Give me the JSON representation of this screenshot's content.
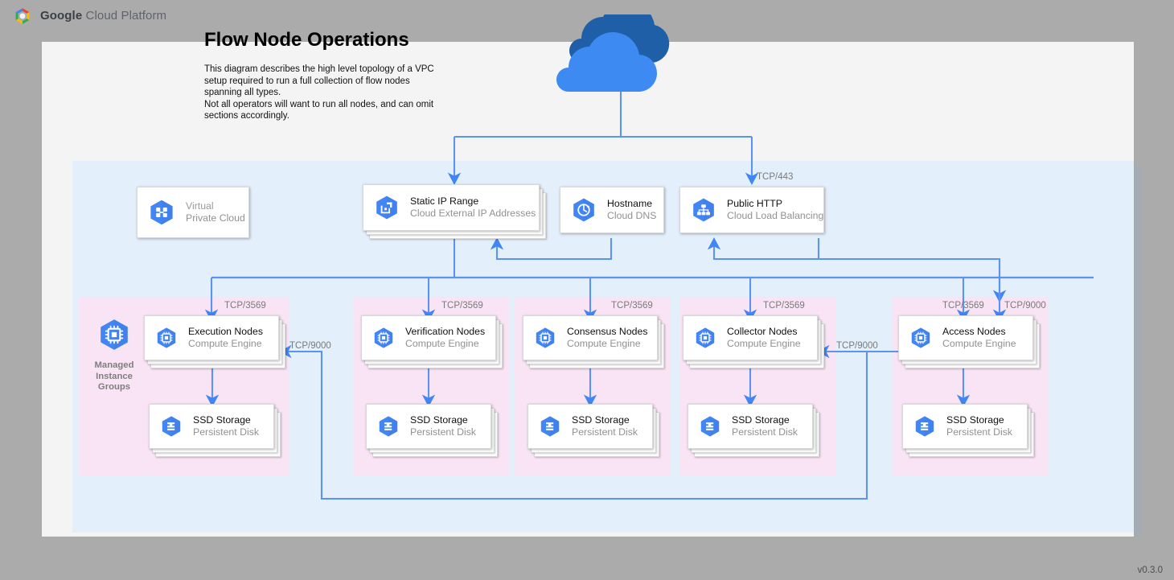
{
  "header": {
    "logo_icon": "google-cloud-hexagon-icon",
    "brand_bold": "Google",
    "brand_rest": " Cloud Platform"
  },
  "diagram": {
    "title": "Flow Node Operations",
    "description_lines": [
      "This diagram describes the high level topology of a VPC setup required to run a full collection of flow nodes spanning all types.",
      "Not all operators will want to run all nodes, and can omit sections accordingly."
    ],
    "version": "v0.3.0",
    "cloud_icon": "internet-cloud-icon"
  },
  "colors": {
    "canvas": "#f4f4f4",
    "page_background": "#ababab",
    "vpc_fill": "#e3effb",
    "group_fill": "#f9e4f5",
    "accent_blue": "#4285f4",
    "wire_blue": "#5b93f0",
    "cloud_front": "#3d8bf2",
    "cloud_back": "#1f5fa8",
    "card_white": "#ffffff",
    "subtitle_gray": "#919191",
    "port_label_gray": "#7a7a7a"
  },
  "vpc": {
    "label": "Virtual Private Cloud"
  },
  "top_nodes": [
    {
      "title": "Virtual",
      "subtitle": "Private Cloud",
      "icon": "virtual-private-cloud-icon",
      "stacked": false,
      "muted": true
    },
    {
      "title": "Static IP Range",
      "subtitle": "Cloud External IP Addresses",
      "icon": "external-ip-icon",
      "stacked": true,
      "muted": false
    },
    {
      "title": "Hostname",
      "subtitle": "Cloud DNS",
      "icon": "cloud-dns-icon",
      "stacked": false,
      "muted": false
    },
    {
      "title": "Public HTTP",
      "subtitle": "Cloud Load Balancing",
      "icon": "load-balancing-icon",
      "stacked": false,
      "muted": false
    }
  ],
  "managed_instance_groups": {
    "icon": "compute-engine-cpu-icon",
    "label_lines": [
      "Managed",
      "Instance",
      "Groups"
    ]
  },
  "node_groups": [
    {
      "name": "execution",
      "compute": {
        "title": "Execution Nodes",
        "subtitle": "Compute Engine",
        "icon": "compute-engine-cpu-icon"
      },
      "storage": {
        "title": "SSD Storage",
        "subtitle": "Persistent Disk",
        "icon": "persistent-disk-icon"
      },
      "inbound_port": "TCP/3569"
    },
    {
      "name": "verification",
      "compute": {
        "title": "Verification Nodes",
        "subtitle": "Compute Engine",
        "icon": "compute-engine-cpu-icon"
      },
      "storage": {
        "title": "SSD Storage",
        "subtitle": "Persistent Disk",
        "icon": "persistent-disk-icon"
      },
      "inbound_port": "TCP/3569"
    },
    {
      "name": "consensus",
      "compute": {
        "title": "Consensus Nodes",
        "subtitle": "Compute Engine",
        "icon": "compute-engine-cpu-icon"
      },
      "storage": {
        "title": "SSD Storage",
        "subtitle": "Persistent Disk",
        "icon": "persistent-disk-icon"
      },
      "inbound_port": "TCP/3569"
    },
    {
      "name": "collector",
      "compute": {
        "title": "Collector Nodes",
        "subtitle": "Compute Engine",
        "icon": "compute-engine-cpu-icon"
      },
      "storage": {
        "title": "SSD Storage",
        "subtitle": "Persistent Disk",
        "icon": "persistent-disk-icon"
      },
      "inbound_port": "TCP/3569"
    },
    {
      "name": "access",
      "compute": {
        "title": "Access Nodes",
        "subtitle": "Compute Engine",
        "icon": "compute-engine-cpu-icon"
      },
      "storage": {
        "title": "SSD Storage",
        "subtitle": "Persistent Disk",
        "icon": "persistent-disk-icon"
      },
      "inbound_port": "TCP/3569",
      "inbound_port_secondary": "TCP/9000"
    }
  ],
  "port_labels": {
    "tcp443": "TCP/443",
    "tcp9000_access_to_collector": "TCP/9000",
    "tcp9000_access_to_execution": "TCP/9000",
    "tcp9000_access_right": "TCP/9000"
  }
}
